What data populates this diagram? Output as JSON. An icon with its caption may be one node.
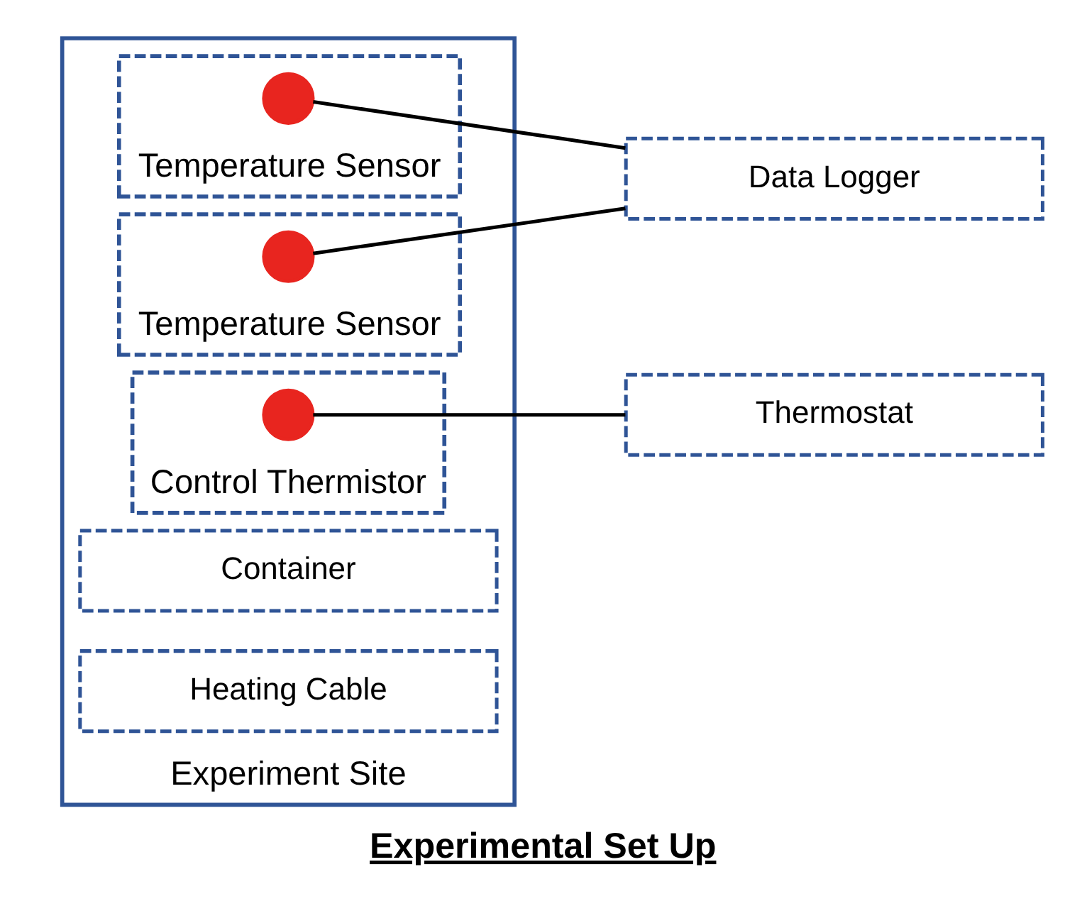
{
  "diagram": {
    "caption": "Experimental Set Up",
    "nodes": [
      {
        "text": [
          "Experiment Site"
        ]
      },
      {
        "text": [
          "Container"
        ],
        "in": 0
      },
      {
        "text": [
          "Heating Cable"
        ],
        "in": 0
      },
      {
        "text": [
          "Temperature Sensor"
        ],
        "in": 0
      },
      {
        "text": [],
        "shape": "circle",
        "in": 3
      },
      {
        "text": [
          "Control Thermistor"
        ],
        "in": 0
      },
      {
        "text": [],
        "shape": "circle",
        "in": 5
      },
      {
        "text": [
          "Temperature Sensor"
        ],
        "in": 0
      },
      {
        "text": [],
        "shape": "circle",
        "in": 7
      },
      {
        "text": [
          "Data Logger"
        ]
      },
      {
        "text": [
          "Thermostat"
        ]
      }
    ],
    "edges": [
      {
        "from": 4,
        "to": 9,
        "arrow": "none"
      },
      {
        "from": 8,
        "to": 9,
        "arrow": "none"
      },
      {
        "from": 6,
        "to": 10,
        "arrow": "none"
      }
    ]
  }
}
